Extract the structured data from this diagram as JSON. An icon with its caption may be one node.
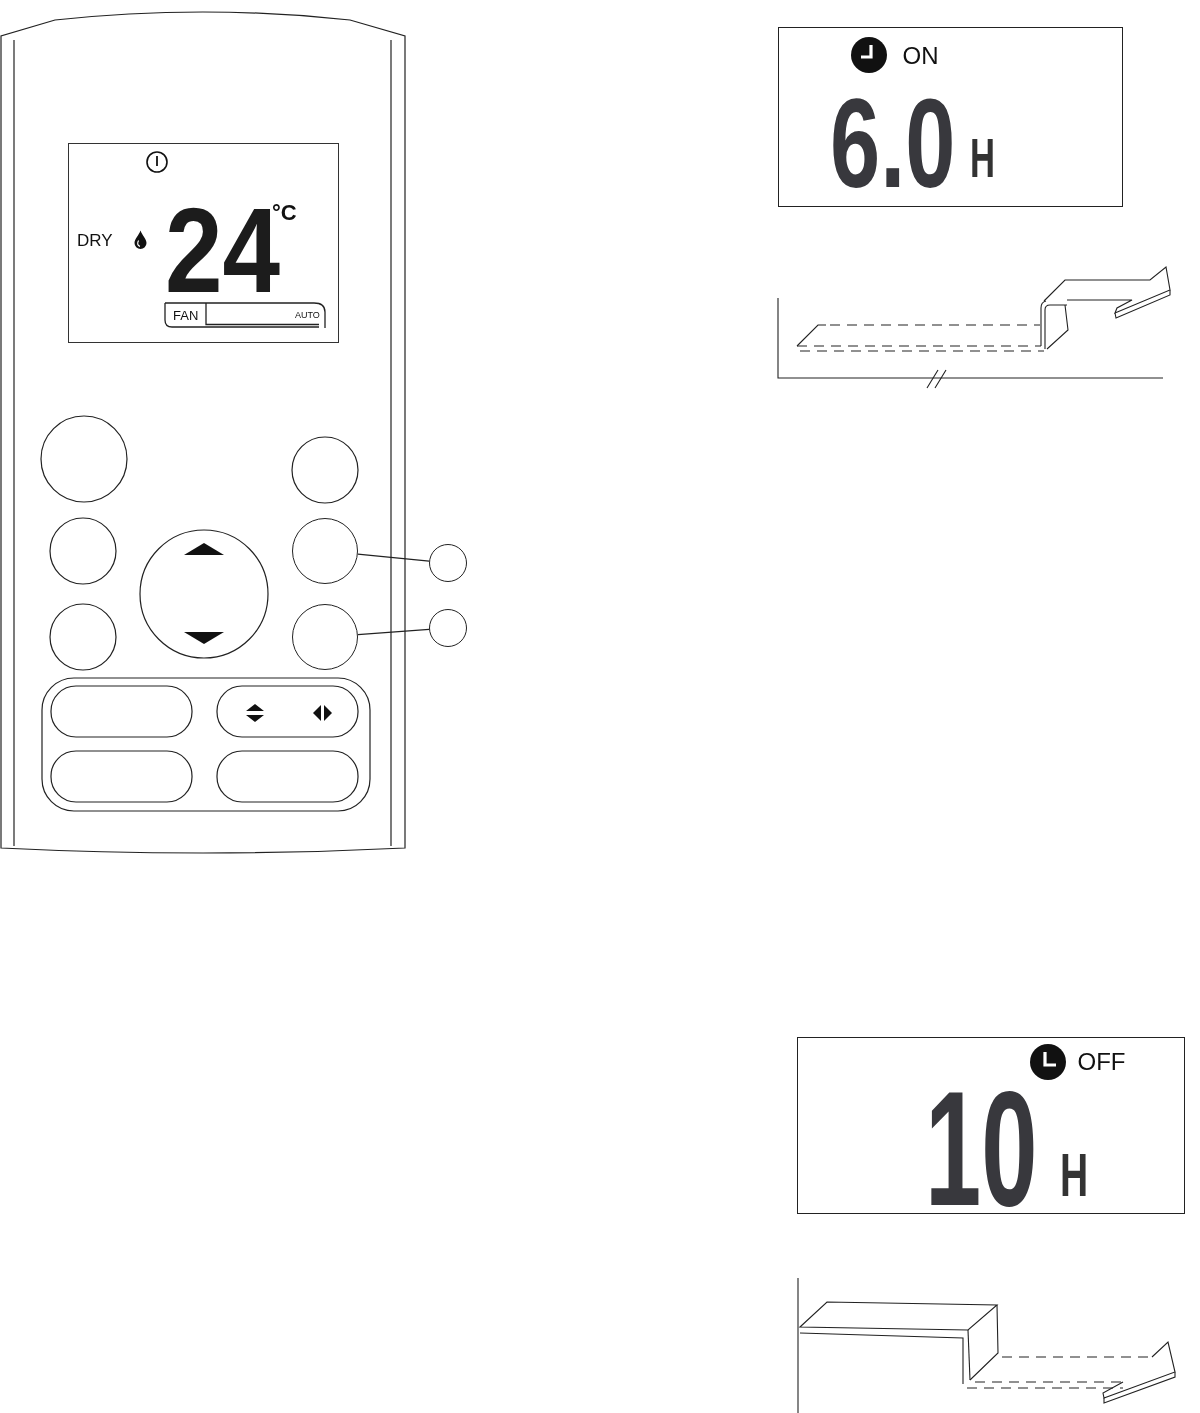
{
  "diagram": {
    "nodes": [
      {
        "text": [
          "DRY",
          "24",
          "°C"
        ]
      },
      {
        "text": [
          "FAN",
          "AUTO"
        ],
        "in": 0
      },
      {
        "text": [
          "ON",
          "6.0",
          "H"
        ]
      },
      {
        "text": [],
        "shape": "circle"
      },
      {
        "text": [],
        "shape": "circle"
      },
      {
        "text": [],
        "shape": "circle"
      },
      {
        "text": [],
        "shape": "circle"
      },
      {
        "text": [
          "OFF",
          "10",
          "H"
        ]
      }
    ],
    "edges": [
      {
        "from": 4,
        "to": 3,
        "arrow": "none"
      },
      {
        "from": 6,
        "to": 5,
        "arrow": "none"
      }
    ]
  }
}
